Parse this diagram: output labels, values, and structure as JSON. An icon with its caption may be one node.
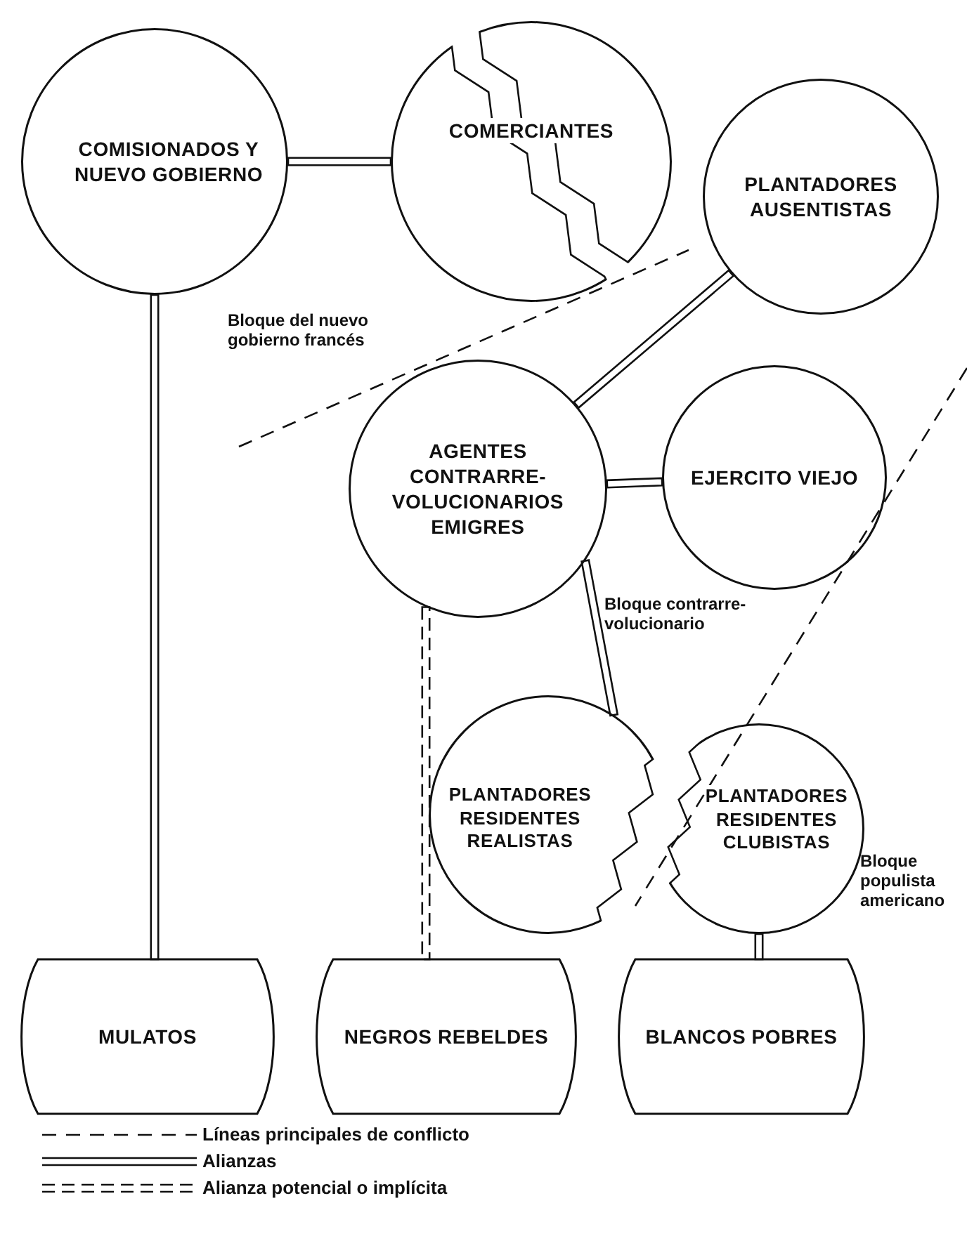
{
  "diagram": {
    "nodes": [
      {
        "text": [
          "COMISIONADOS Y NUEVO GOBIERNO"
        ]
      },
      {
        "text": [
          "COMERCIANTES"
        ]
      },
      {
        "text": [
          "PLANTADORES AUSENTISTAS"
        ]
      },
      {
        "text": [
          "AGENTES CONTRARRE- VOLUCIONARIOS EMIGRES"
        ]
      },
      {
        "text": [
          "EJERCITO VIEJO"
        ]
      },
      {
        "text": [
          "PLANTADORES RESIDENTES REALISTAS"
        ]
      },
      {
        "text": [
          "PLANTADORES RESIDENTES CLUBISTAS"
        ]
      },
      {
        "text": [
          "MULATOS"
        ]
      },
      {
        "text": [
          "NEGROS REBELDES"
        ]
      },
      {
        "text": [
          "BLANCOS POBRES"
        ]
      }
    ],
    "edges": [
      {
        "from": 0,
        "to": 1,
        "arrow": "none"
      },
      {
        "from": 0,
        "to": 7,
        "arrow": "none"
      },
      {
        "from": 2,
        "to": 3,
        "arrow": "none"
      },
      {
        "from": 3,
        "to": 4,
        "arrow": "none"
      },
      {
        "from": 3,
        "to": 5,
        "arrow": "none"
      },
      {
        "from": 3,
        "to": 8,
        "arrow": "none",
        "style": "dashed"
      },
      {
        "from": 6,
        "to": 9,
        "arrow": "none"
      }
    ],
    "labels": [
      "Bloque del nuevo gobierno francés",
      "Bloque contrarre- volucionario",
      "Bloque populista americano"
    ],
    "legend": [
      {
        "text": "Líneas principales de conflicto"
      },
      {
        "text": "Alianzas"
      },
      {
        "text": "Alianza potencial o implícita"
      }
    ]
  }
}
